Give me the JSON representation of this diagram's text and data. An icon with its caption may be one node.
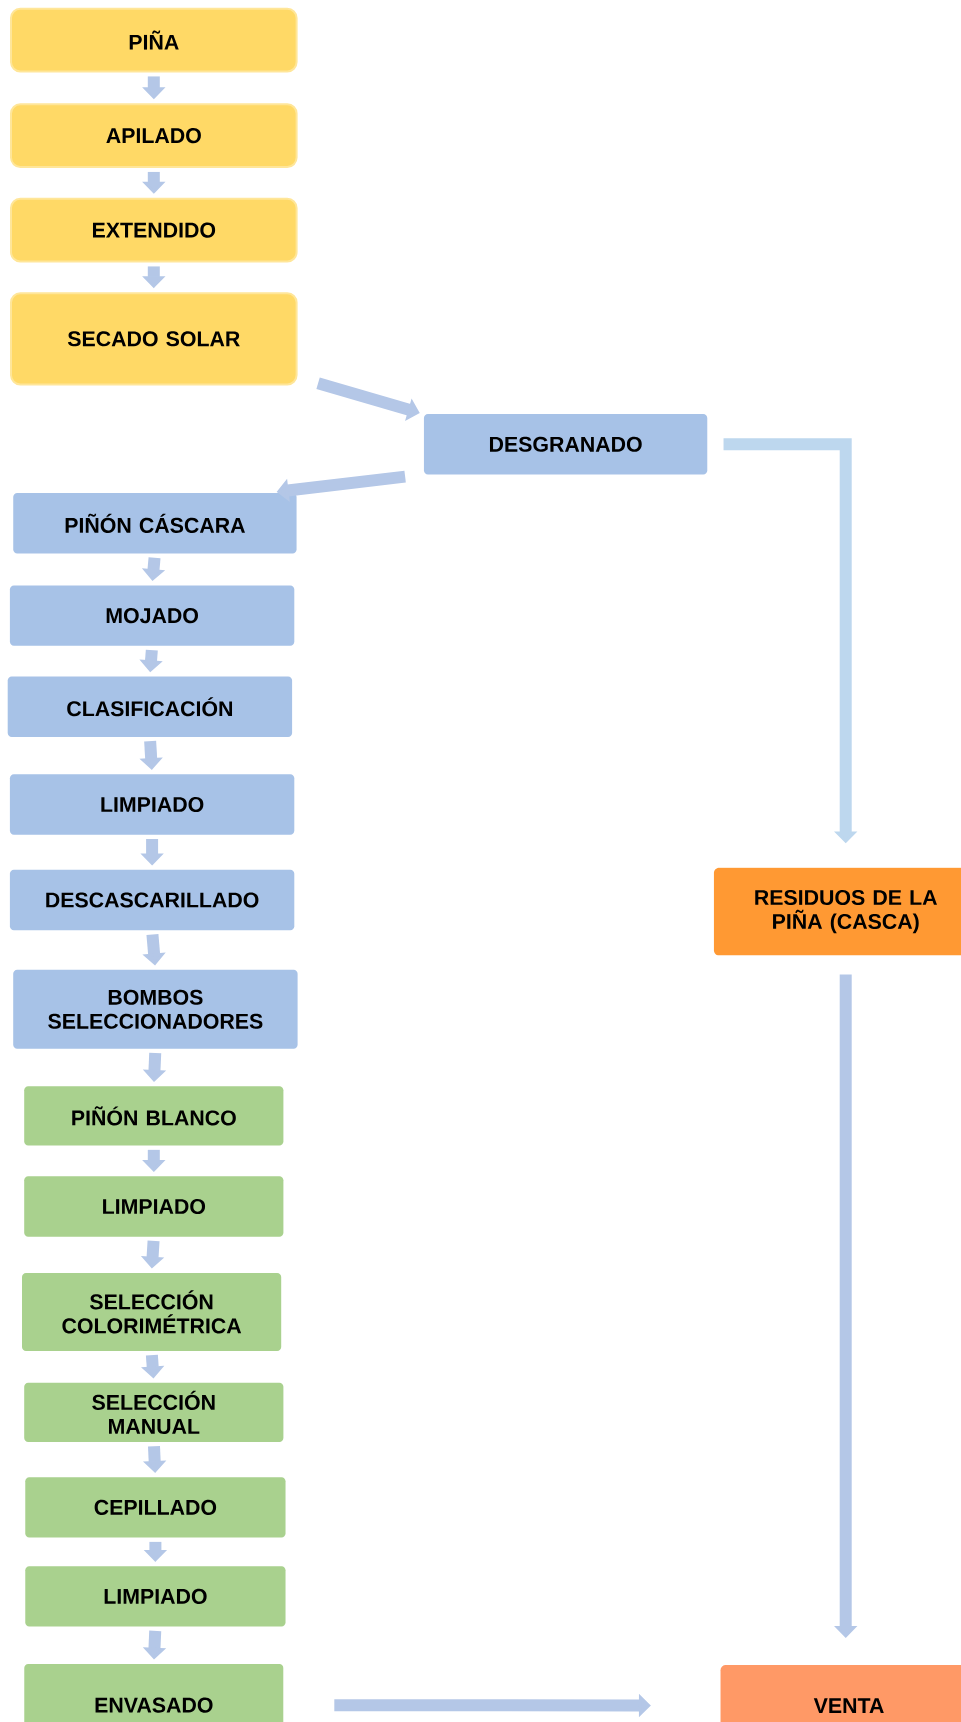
{
  "diagram": {
    "nodes": [
      {
        "text": [
          "PIÑA"
        ]
      },
      {
        "text": [
          "APILADO"
        ]
      },
      {
        "text": [
          "EXTENDIDO"
        ]
      },
      {
        "text": [
          "SECADO SOLAR"
        ]
      },
      {
        "text": [
          "DESGRANADO"
        ]
      },
      {
        "text": [
          "PIÑÓN CÁSCARA"
        ]
      },
      {
        "text": [
          "MOJADO"
        ]
      },
      {
        "text": [
          "CLASIFICACIÓN"
        ]
      },
      {
        "text": [
          "LIMPIADO"
        ]
      },
      {
        "text": [
          "DESCASCARILLADO"
        ]
      },
      {
        "text": [
          "BOMBOS SELECCIONADORES"
        ]
      },
      {
        "text": [
          "PIÑÓN BLANCO"
        ]
      },
      {
        "text": [
          "LIMPIADO"
        ]
      },
      {
        "text": [
          "SELECCIÓN COLORIMÉTRICA"
        ]
      },
      {
        "text": [
          "SELECCIÓN MANUAL"
        ]
      },
      {
        "text": [
          "CEPILLADO"
        ]
      },
      {
        "text": [
          "LIMPIADO"
        ]
      },
      {
        "text": [
          "ENVASADO"
        ]
      },
      {
        "text": [
          "RESIDUOS DE LA PIÑA (CASCA)"
        ]
      },
      {
        "text": [
          "VENTA"
        ]
      }
    ],
    "edges": [
      {
        "from": 0,
        "to": 1,
        "arrow": "to"
      },
      {
        "from": 1,
        "to": 2,
        "arrow": "to"
      },
      {
        "from": 2,
        "to": 3,
        "arrow": "to"
      },
      {
        "from": 3,
        "to": 4,
        "arrow": "to"
      },
      {
        "from": 4,
        "to": 5,
        "arrow": "to"
      },
      {
        "from": 5,
        "to": 6,
        "arrow": "to"
      },
      {
        "from": 6,
        "to": 7,
        "arrow": "to"
      },
      {
        "from": 7,
        "to": 8,
        "arrow": "to"
      },
      {
        "from": 8,
        "to": 9,
        "arrow": "to"
      },
      {
        "from": 9,
        "to": 10,
        "arrow": "to"
      },
      {
        "from": 10,
        "to": 11,
        "arrow": "to"
      },
      {
        "from": 11,
        "to": 12,
        "arrow": "to"
      },
      {
        "from": 12,
        "to": 13,
        "arrow": "to"
      },
      {
        "from": 13,
        "to": 14,
        "arrow": "to"
      },
      {
        "from": 14,
        "to": 15,
        "arrow": "to"
      },
      {
        "from": 15,
        "to": 16,
        "arrow": "to"
      },
      {
        "from": 16,
        "to": 17,
        "arrow": "to"
      },
      {
        "from": 4,
        "to": 18,
        "arrow": "to",
        "color": "#bdd7ee"
      },
      {
        "from": 18,
        "to": 19,
        "arrow": "to"
      },
      {
        "from": 17,
        "to": 19,
        "arrow": "to"
      }
    ]
  }
}
